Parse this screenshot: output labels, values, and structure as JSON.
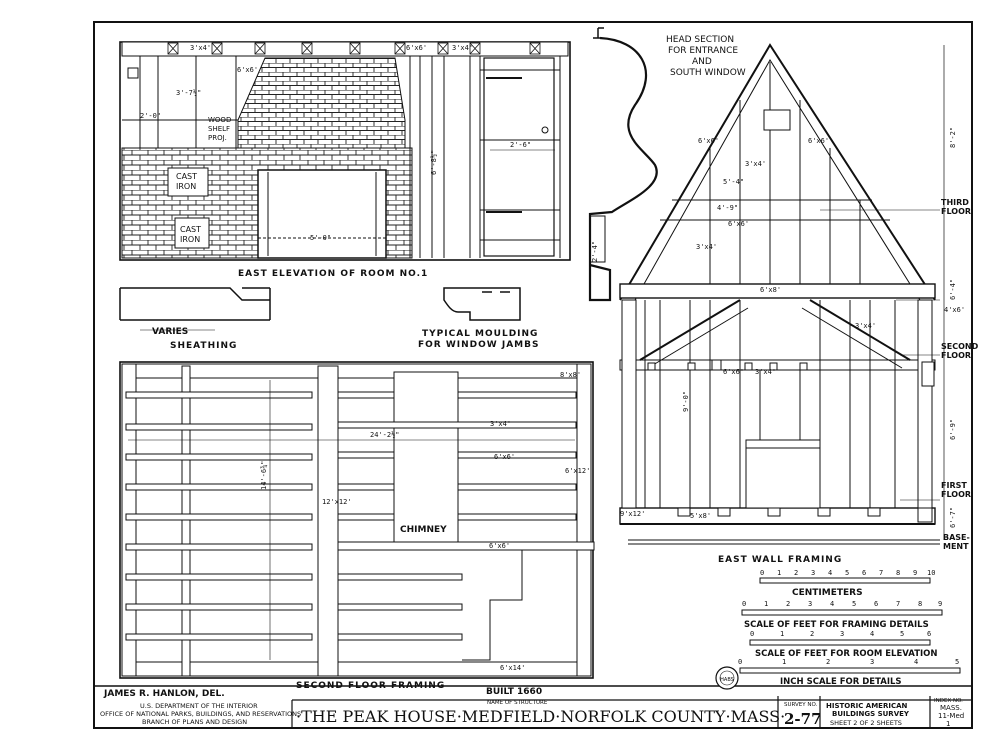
{
  "labels": {
    "head_section": [
      "HEAD SECTION",
      "FOR ENTRANCE",
      "AND",
      "SOUTH WINDOW"
    ],
    "east_elevation": "EAST ELEVATION OF ROOM NO.1",
    "typical_moulding": [
      "TYPICAL MOULDING",
      "FOR WINDOW JAMBS"
    ],
    "varies": "VARIES",
    "sheathing": "SHEATHING",
    "second_floor_framing": "SECOND FLOOR FRAMING",
    "east_wall_framing": "EAST WALL FRAMING",
    "chimney": "CHIMNEY",
    "cast_iron_1": [
      "CAST",
      "IRON"
    ],
    "cast_iron_2": [
      "CAST",
      "IRON"
    ],
    "wood_shelf": [
      "WOOD",
      "SHELF",
      "PROJ."
    ],
    "third_floor": [
      "THIRD",
      "FLOOR"
    ],
    "second_floor": [
      "SECOND",
      "FLOOR"
    ],
    "first_floor": [
      "FIRST",
      "FLOOR"
    ],
    "basement": [
      "BASE-",
      "MENT"
    ]
  },
  "dimensions": {
    "e1": "3'x4'",
    "e2": "6'x6'",
    "e3": "3'x4'",
    "e4": "6'x6'",
    "e5": "2'-6\"",
    "e6": "6'-8½\"",
    "e7": "3'-7½\"",
    "e8": "5'-0\"",
    "e9": "2'-0\"",
    "f1": "8'x8'",
    "f2": "3'x4'",
    "f3": "24'-2½\"",
    "f4": "6'x6'",
    "f5": "6'x12'",
    "f6": "14'-6¾\"",
    "f7": "12'x12'",
    "f8": "6'x6'",
    "f9": "6'x14'",
    "w1": "6'x6'",
    "w2": "6'x6'",
    "w3": "3'x4'",
    "w4": "5'-4\"",
    "w5": "4'-9\"",
    "w6": "6'x6'",
    "w7": "3'x4'",
    "w8": "6'x8'",
    "w9": "3'x4'",
    "w10": "6'x6'",
    "w11": "3'x4'",
    "w12": "9'-0\"",
    "w13": "9'x12'",
    "w14": "5'x8'",
    "w15": "8'-2\"",
    "w16": "6'-4\"",
    "w17": "6'-9\"",
    "w18": "6'-7\"",
    "w19": "4'x6'"
  },
  "scales": {
    "centimeters_label": "CENTIMETERS",
    "centimeters_ticks": [
      "0",
      "1",
      "2",
      "3",
      "4",
      "5",
      "6",
      "7",
      "8",
      "9",
      "10"
    ],
    "framing_label": "SCALE OF FEET FOR FRAMING DETAILS",
    "framing_ticks": [
      "0",
      "1",
      "2",
      "3",
      "4",
      "5",
      "6",
      "7",
      "8",
      "9"
    ],
    "room_label": "SCALE OF FEET FOR ROOM ELEVATION",
    "room_ticks": [
      "0",
      "1",
      "2",
      "3",
      "4",
      "5",
      "6"
    ],
    "inch_label": "INCH SCALE FOR DETAILS",
    "inch_ticks": [
      "0",
      "1",
      "2",
      "3",
      "4",
      "5"
    ]
  },
  "footer": {
    "delineator": "JAMES R. HANLON, DEL.",
    "built": "BUILT 1660",
    "name_of_structure": "NAME OF STRUCTURE",
    "agency": [
      "U.S. DEPARTMENT OF THE INTERIOR",
      "OFFICE OF NATIONAL PARKS, BUILDINGS, AND RESERVATIONS",
      "BRANCH OF PLANS AND DESIGN"
    ],
    "structure_title": "·THE PEAK HOUSE·MEDFIELD·NORFOLK COUNTY·MASS·",
    "survey_label": "SURVEY NO.",
    "survey_no": "2-77",
    "habs": [
      "HISTORIC AMERICAN",
      "BUILDINGS SURVEY"
    ],
    "sheet_info": "SHEET 2 OF 2 SHEETS",
    "index_label": "INDEX NO.",
    "index_no": [
      "MASS.",
      "11-Med",
      "1"
    ]
  },
  "seal_text": "HABS"
}
